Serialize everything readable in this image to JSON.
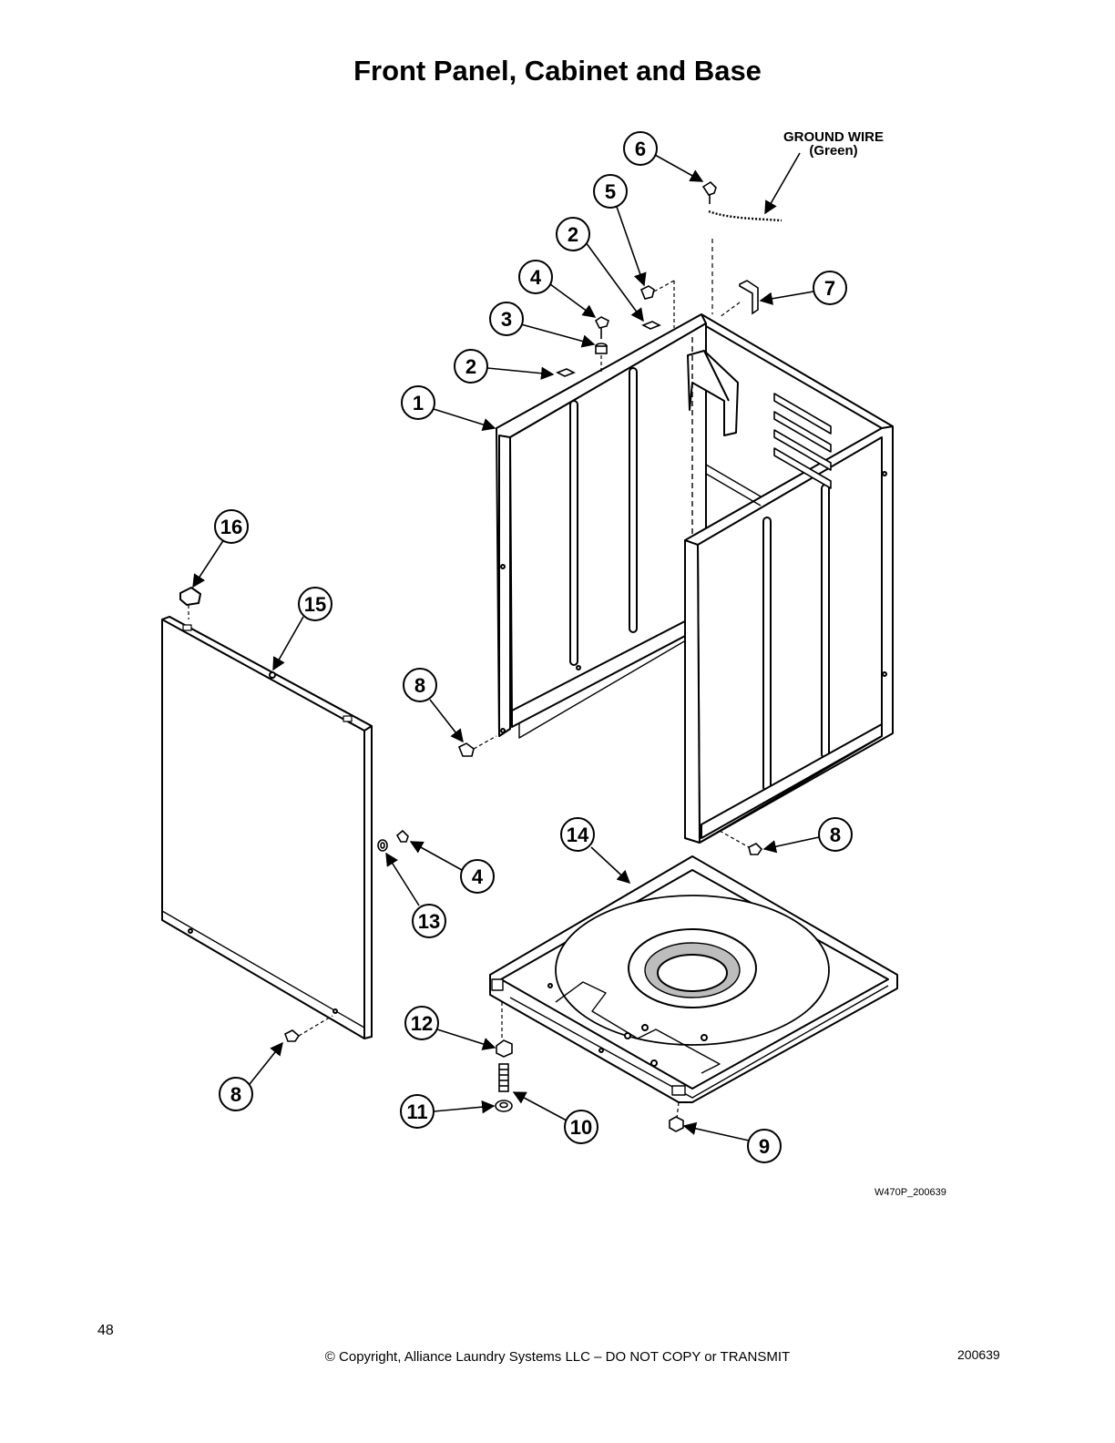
{
  "title": "Front Panel, Cabinet and Base",
  "annotations": {
    "ground_wire_line1": "GROUND WIRE",
    "ground_wire_line2": "(Green)"
  },
  "callouts": [
    {
      "id": "c1",
      "number": "1",
      "part": "cabinet"
    },
    {
      "id": "c2a",
      "number": "2",
      "part": "cabinet-top-pad-rear"
    },
    {
      "id": "c2b",
      "number": "2",
      "part": "cabinet-top-pad-front"
    },
    {
      "id": "c3",
      "number": "3",
      "part": "spacer"
    },
    {
      "id": "c4a",
      "number": "4",
      "part": "screw-top"
    },
    {
      "id": "c4b",
      "number": "4",
      "part": "screw-front-panel"
    },
    {
      "id": "c5",
      "number": "5",
      "part": "screw-top-rear"
    },
    {
      "id": "c6",
      "number": "6",
      "part": "ground-screw"
    },
    {
      "id": "c7",
      "number": "7",
      "part": "bracket"
    },
    {
      "id": "c8a",
      "number": "8",
      "part": "screw-cabinet-left"
    },
    {
      "id": "c8b",
      "number": "8",
      "part": "screw-cabinet-right"
    },
    {
      "id": "c8c",
      "number": "8",
      "part": "screw-front-panel-bottom"
    },
    {
      "id": "c9",
      "number": "9",
      "part": "nut-base"
    },
    {
      "id": "c10",
      "number": "10",
      "part": "leveling-leg"
    },
    {
      "id": "c11",
      "number": "11",
      "part": "leg-pad"
    },
    {
      "id": "c12",
      "number": "12",
      "part": "leg-nut"
    },
    {
      "id": "c13",
      "number": "13",
      "part": "clip"
    },
    {
      "id": "c14",
      "number": "14",
      "part": "base"
    },
    {
      "id": "c15",
      "number": "15",
      "part": "front-panel"
    },
    {
      "id": "c16",
      "number": "16",
      "part": "panel-clip"
    }
  ],
  "drawing_id": "W470P_200639",
  "footer": {
    "page_number": "48",
    "copyright": "© Copyright, Alliance Laundry Systems LLC – DO NOT COPY or TRANSMIT",
    "document_number": "200639"
  }
}
